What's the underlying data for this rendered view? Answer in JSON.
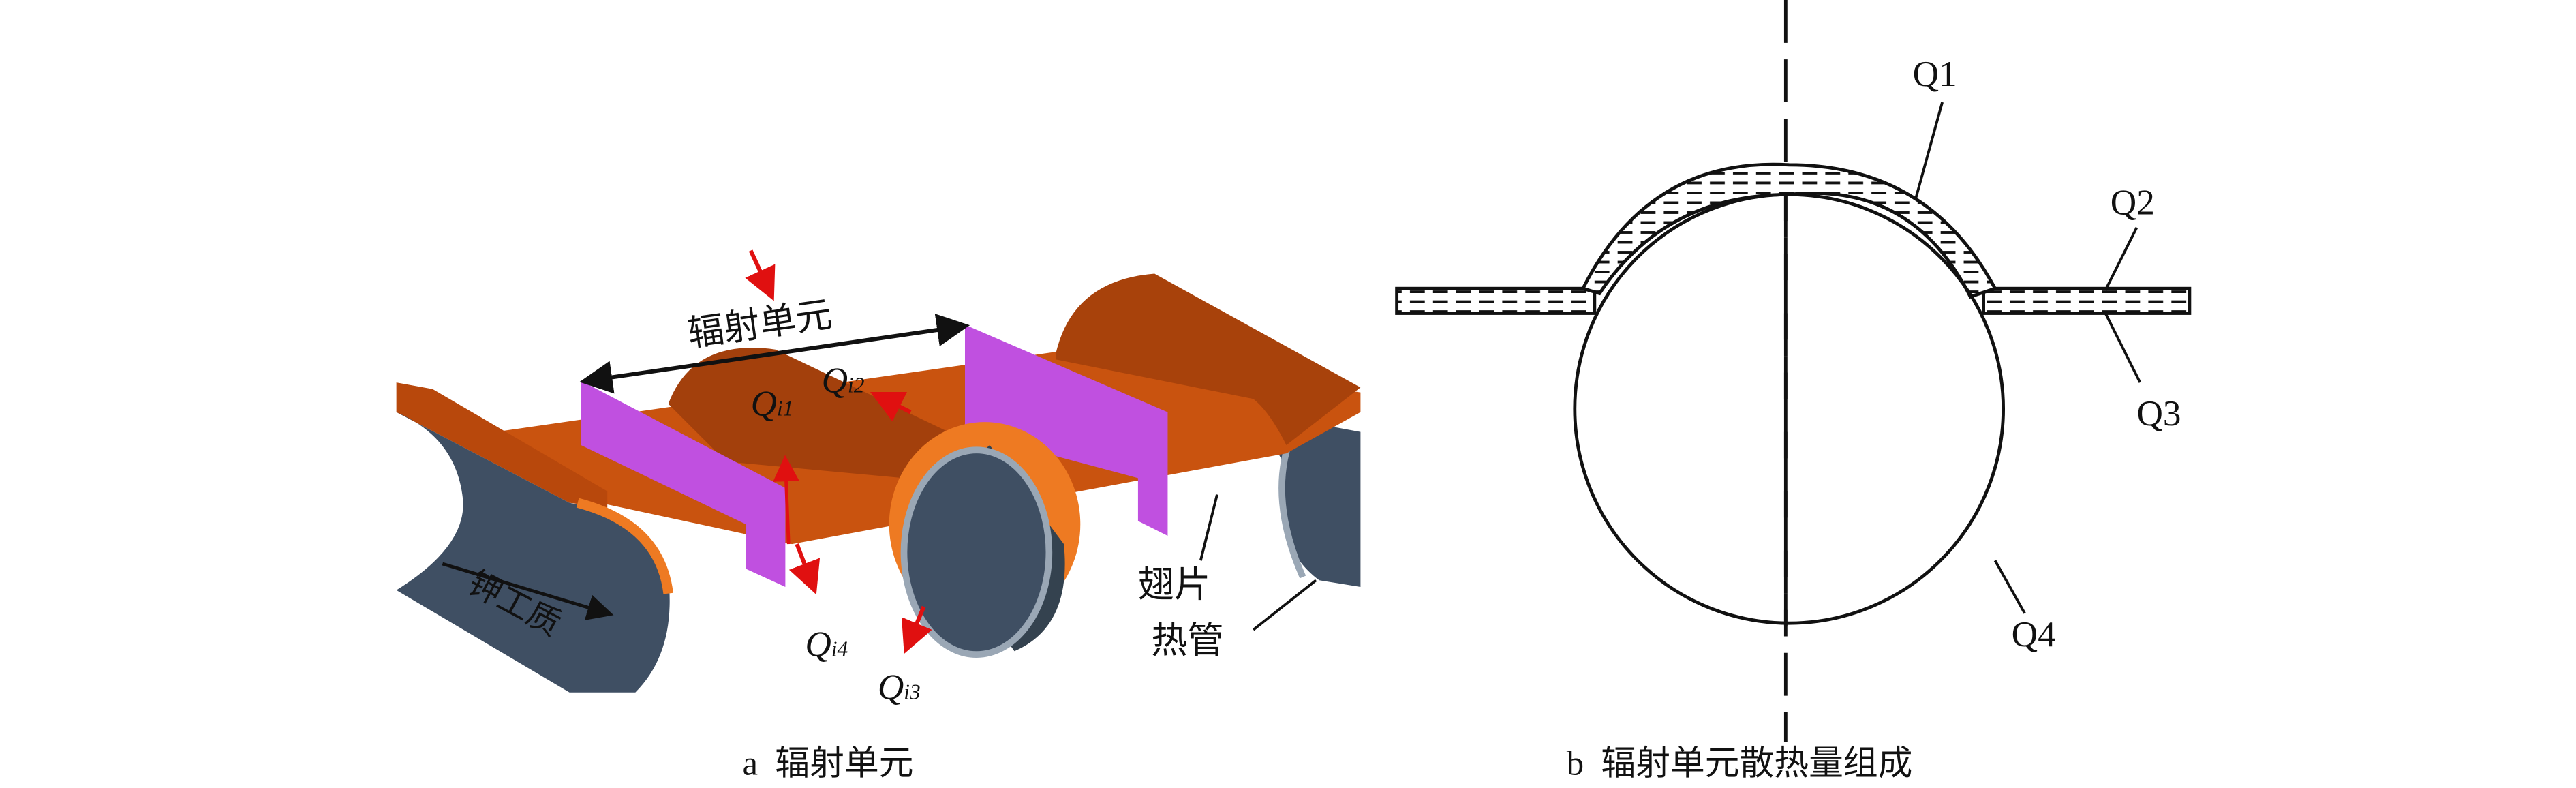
{
  "panel_a": {
    "caption": "a  辐射单元",
    "unit_label": "辐射单元",
    "fluid_label": "钾工质",
    "fin_label": "翅片",
    "heatpipe_label": "热管",
    "q_labels": [
      {
        "base": "Q",
        "sub": "i1"
      },
      {
        "base": "Q",
        "sub": "i2"
      },
      {
        "base": "Q",
        "sub": "i3"
      },
      {
        "base": "Q",
        "sub": "i4"
      }
    ],
    "colors": {
      "fin": "#c9530f",
      "fin_dark": "#9e3d0a",
      "tube": "#3f4f63",
      "plane": "#c050e0",
      "arrow": "#e01010"
    }
  },
  "panel_b": {
    "caption": "b  辐射单元散热量组成",
    "labels": [
      "Q1",
      "Q2",
      "Q3",
      "Q4"
    ]
  }
}
